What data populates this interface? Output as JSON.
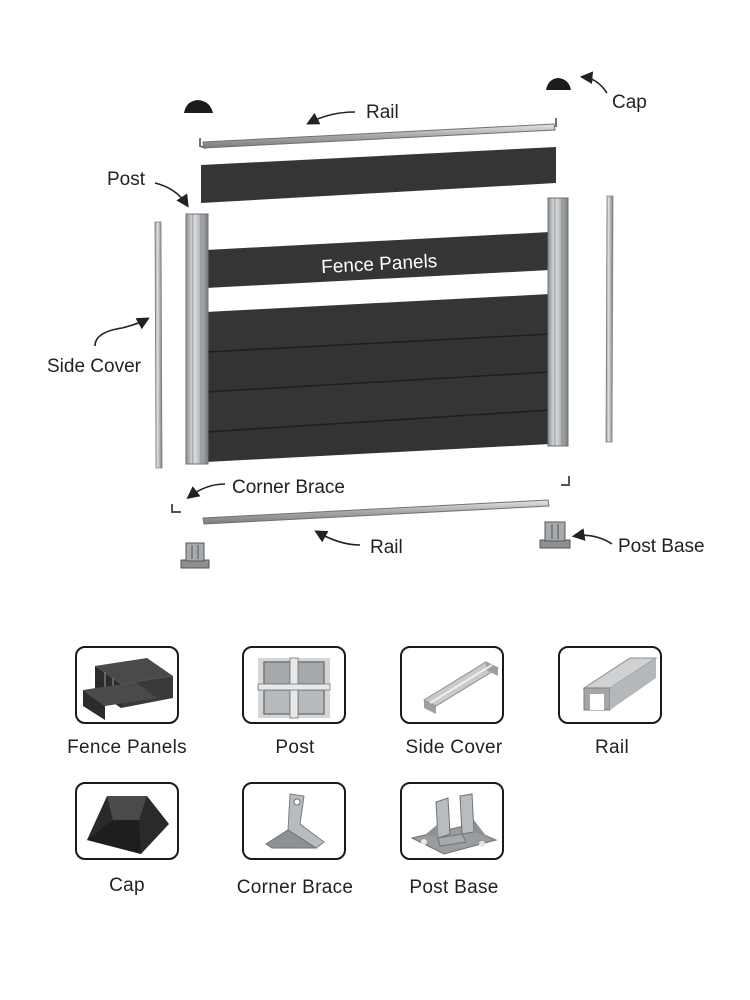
{
  "diagram": {
    "labels": {
      "cap": "Cap",
      "rail_top": "Rail",
      "post": "Post",
      "fence_panels": "Fence Panels",
      "side_cover": "Side Cover",
      "corner_brace": "Corner Brace",
      "rail_bottom": "Rail",
      "post_base": "Post Base"
    }
  },
  "components": [
    {
      "name": "Fence Panels",
      "icon": "fence-panels-icon"
    },
    {
      "name": "Post",
      "icon": "post-profile-icon"
    },
    {
      "name": "Side Cover",
      "icon": "side-cover-icon"
    },
    {
      "name": "Rail",
      "icon": "rail-icon"
    },
    {
      "name": "Cap",
      "icon": "cap-icon"
    },
    {
      "name": "Corner Brace",
      "icon": "corner-brace-icon"
    },
    {
      "name": "Post Base",
      "icon": "post-base-icon"
    }
  ],
  "colors": {
    "panel": "#3a3a3a",
    "aluminum": "#b9bcbf",
    "outline": "#1a1a1a"
  }
}
